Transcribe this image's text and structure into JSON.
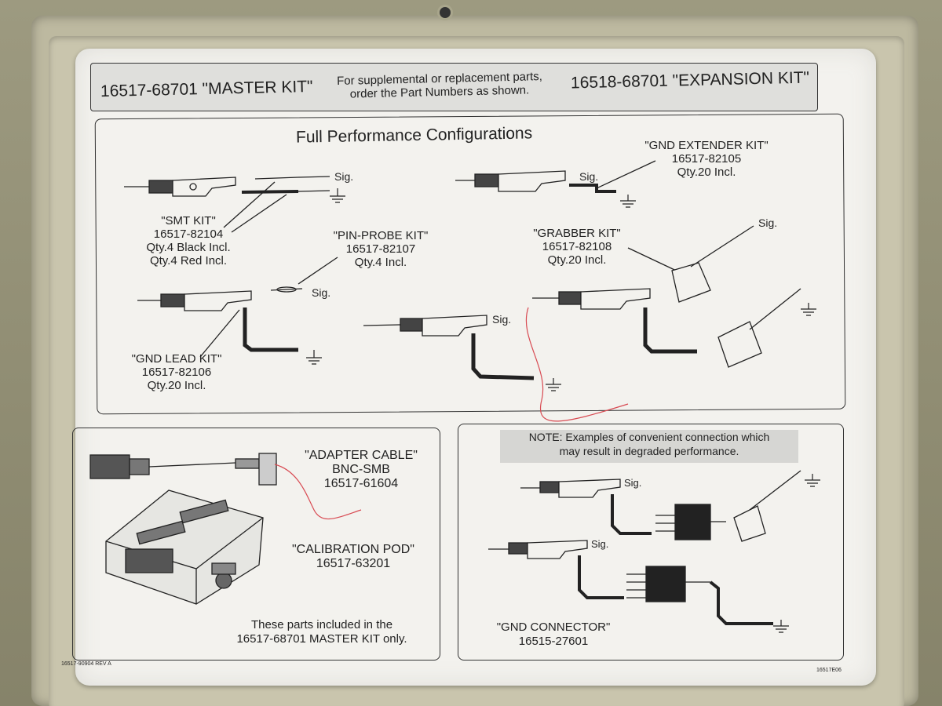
{
  "header": {
    "master_kit": "16517-68701 \"MASTER KIT\"",
    "note_line1": "For supplemental or replacement parts,",
    "note_line2": "order the Part Numbers as shown.",
    "expansion_kit": "16518-68701 \"EXPANSION KIT\""
  },
  "section_title": "Full Performance Configurations",
  "kits": {
    "smt": [
      "\"SMT KIT\"",
      "16517-82104",
      "Qty.4 Black Incl.",
      "Qty.4 Red Incl."
    ],
    "gnd_extender": [
      "\"GND EXTENDER KIT\"",
      "16517-82105",
      "Qty.20 Incl."
    ],
    "pin_probe": [
      "\"PIN-PROBE KIT\"",
      "16517-82107",
      "Qty.4 Incl."
    ],
    "grabber": [
      "\"GRABBER KIT\"",
      "16517-82108",
      "Qty.20 Incl."
    ],
    "gnd_lead": [
      "\"GND LEAD KIT\"",
      "16517-82106",
      "Qty.20 Incl."
    ]
  },
  "sig_label": "Sig.",
  "adapter": [
    "\"ADAPTER CABLE\"",
    "BNC-SMB",
    "16517-61604"
  ],
  "calibration": [
    "\"CALIBRATION POD\"",
    "16517-63201"
  ],
  "included_note": [
    "These parts included in the",
    "16517-68701 MASTER KIT only."
  ],
  "note": [
    "NOTE: Examples of convenient connection which",
    "may result in degraded performance."
  ],
  "gnd_connector": [
    "\"GND CONNECTOR\"",
    "16515-27601"
  ],
  "footer_left": "16517-90904 REV A",
  "footer_right": "16517E06"
}
